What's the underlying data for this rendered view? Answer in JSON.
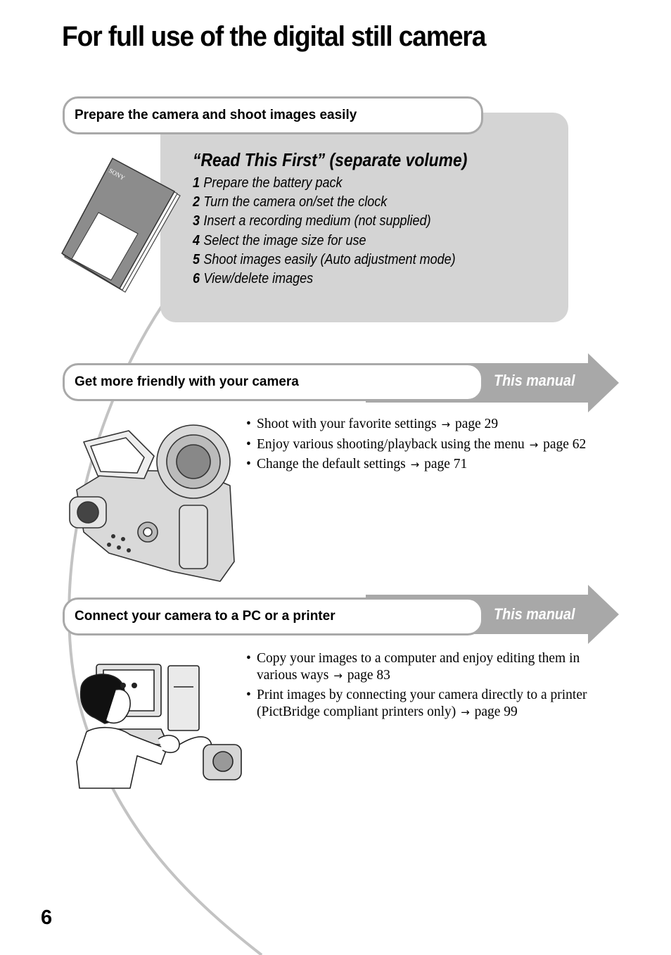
{
  "page": {
    "title": "For full use of the digital still camera",
    "number": "6"
  },
  "section1": {
    "header": "Prepare the camera and shoot images easily",
    "book_title": "“Read This First” (separate volume)",
    "book_logo": "SONY",
    "steps": [
      {
        "num": "1",
        "text": "Prepare the battery pack"
      },
      {
        "num": "2",
        "text": "Turn the camera on/set the clock"
      },
      {
        "num": "3",
        "text": "Insert a recording medium (not supplied)"
      },
      {
        "num": "4",
        "text": "Select the image size for use"
      },
      {
        "num": "5",
        "text": "Shoot images easily (Auto adjustment mode)"
      },
      {
        "num": "6",
        "text": "View/delete images"
      }
    ]
  },
  "section2": {
    "header": "Get more friendly with your camera",
    "tag": "This manual",
    "items": [
      {
        "text": "Shoot with your favorite settings",
        "arrow": "→",
        "ref": "page 29"
      },
      {
        "text": "Enjoy various shooting/playback using the menu",
        "arrow": "→",
        "ref": "page 62"
      },
      {
        "text": "Change the default settings",
        "arrow": "→",
        "ref": "page 71"
      }
    ]
  },
  "section3": {
    "header": "Connect your camera to a PC or a printer",
    "tag": "This manual",
    "items": [
      {
        "line1": "Copy your images to a computer and enjoy editing them in",
        "line2": "various ways",
        "arrow": "→",
        "ref": "page 83"
      },
      {
        "line1": "Print images by connecting your camera directly to a printer",
        "line2": "(PictBridge compliant printers only)",
        "arrow": "→",
        "ref": "page 99"
      }
    ]
  },
  "colors": {
    "panel": "#d4d4d4",
    "arrow_banner": "#a8a8a8",
    "outline": "#a9a9a9"
  }
}
